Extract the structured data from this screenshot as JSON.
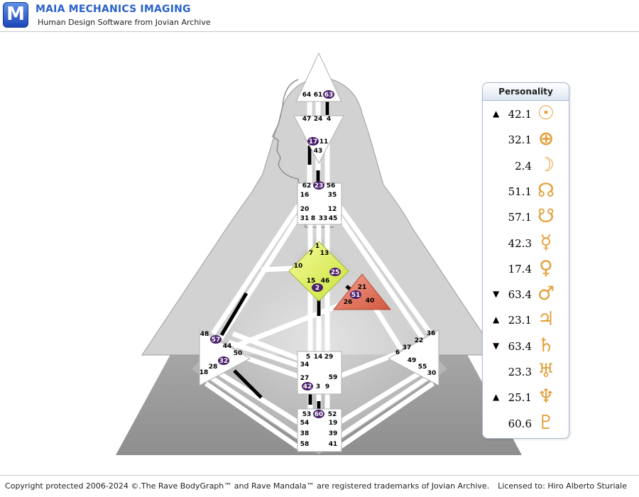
{
  "header": {
    "logo_letter": "M",
    "title": "MAIA MECHANICS IMAGING",
    "subtitle": "Human Design Software from Jovian Archive"
  },
  "bodygraph": {
    "gate_labels": [
      "64",
      "61",
      "63",
      "47",
      "24",
      "4",
      "17",
      "11",
      "43",
      "62",
      "23",
      "56",
      "16",
      "35",
      "20",
      "12",
      "31",
      "8",
      "33",
      "45",
      "1",
      "7",
      "13",
      "10",
      "25",
      "15",
      "46",
      "2",
      "21",
      "51",
      "26",
      "40",
      "48",
      "57",
      "44",
      "50",
      "18",
      "28",
      "32",
      "36",
      "22",
      "37",
      "6",
      "49",
      "55",
      "30",
      "5",
      "14",
      "29",
      "34",
      "27",
      "59",
      "42",
      "3",
      "9",
      "53",
      "60",
      "52",
      "54",
      "19",
      "38",
      "39",
      "58",
      "41"
    ],
    "activated_gates": [
      "63",
      "17",
      "23",
      "25",
      "2",
      "51",
      "57",
      "32",
      "42",
      "60"
    ],
    "colors": {
      "activation": "#4a1f6b",
      "channel_defined": "#000000",
      "channel_open": "#ffffff",
      "g_center": "#e4f06a",
      "heart_center": "#e0755e",
      "background_gradient_dark": "#8a8a8a",
      "background_gradient_light": "#e4e4e4"
    }
  },
  "personality": {
    "title": "Personality",
    "rows": [
      {
        "arrow": "▲",
        "value": "42.1",
        "icon": "sun-icon",
        "glyph": "☉"
      },
      {
        "arrow": "",
        "value": "32.1",
        "icon": "earth-icon",
        "glyph": "⊕"
      },
      {
        "arrow": "",
        "value": "2.4",
        "icon": "moon-icon",
        "glyph": "☽"
      },
      {
        "arrow": "",
        "value": "51.1",
        "icon": "north-node-icon",
        "glyph": "☊"
      },
      {
        "arrow": "",
        "value": "57.1",
        "icon": "south-node-icon",
        "glyph": "☋"
      },
      {
        "arrow": "",
        "value": "42.3",
        "icon": "mercury-icon",
        "glyph": "☿"
      },
      {
        "arrow": "",
        "value": "17.4",
        "icon": "venus-icon",
        "glyph": "♀"
      },
      {
        "arrow": "▼",
        "value": "63.4",
        "icon": "mars-icon",
        "glyph": "♂"
      },
      {
        "arrow": "▲",
        "value": "23.1",
        "icon": "jupiter-icon",
        "glyph": "♃"
      },
      {
        "arrow": "▼",
        "value": "63.4",
        "icon": "saturn-icon",
        "glyph": "♄"
      },
      {
        "arrow": "",
        "value": "23.3",
        "icon": "uranus-icon",
        "glyph": "♅"
      },
      {
        "arrow": "▲",
        "value": "25.1",
        "icon": "neptune-icon",
        "glyph": "♆"
      },
      {
        "arrow": "",
        "value": "60.6",
        "icon": "pluto-icon",
        "glyph": "♇"
      }
    ]
  },
  "footer": {
    "copyright": "Copyright protected 2006-2024 ©.The Rave BodyGraph™ and Rave Mandala™ are registered trademarks of Jovian Archive.",
    "licensed": "Licensed to: Hiro Alberto Sturiale"
  }
}
